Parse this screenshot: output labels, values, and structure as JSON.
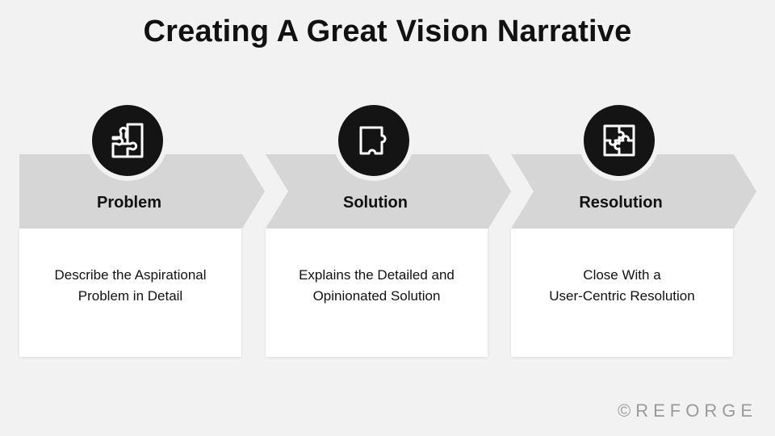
{
  "title": "Creating A Great Vision Narrative",
  "stages": [
    {
      "label": "Problem",
      "icon": "puzzle-two-pieces-icon",
      "description": [
        "Describe the Aspirational",
        "Problem in Detail"
      ]
    },
    {
      "label": "Solution",
      "icon": "puzzle-single-piece-icon",
      "description": [
        "Explains the Detailed and",
        "Opinionated Solution"
      ]
    },
    {
      "label": "Resolution",
      "icon": "puzzle-complete-icon",
      "description": [
        "Close With a",
        "User-Centric Resolution"
      ]
    }
  ],
  "brand": "©REFORGE",
  "colors": {
    "background": "#f2f2f2",
    "chevron": "#d6d6d6",
    "icon_circle": "#141414",
    "card": "#ffffff",
    "brand": "#9a9a9a"
  }
}
